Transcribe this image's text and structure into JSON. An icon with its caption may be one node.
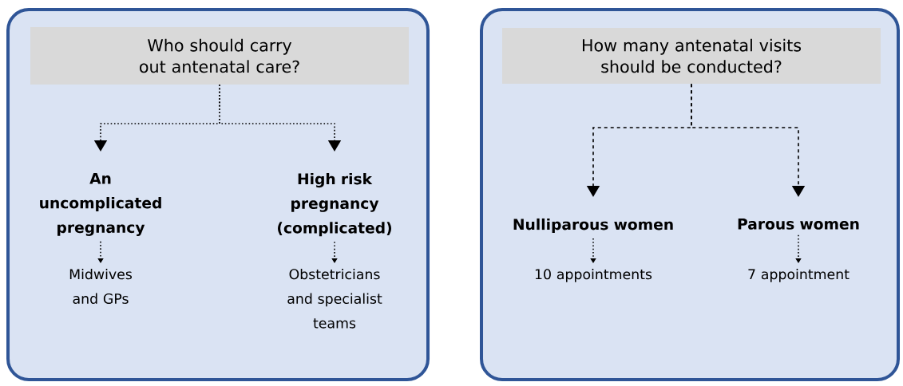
{
  "diagram": {
    "nodes": [
      {
        "text": [],
        "shape": "box"
      },
      {
        "text": [
          "Who should carry out antenatal care?"
        ],
        "in": 0
      },
      {
        "text": [
          "An uncomplicated pregnancy"
        ],
        "in": 0
      },
      {
        "text": [
          "High risk pregnancy (complicated)"
        ],
        "in": 0
      },
      {
        "text": [
          "Midwives and GPs"
        ],
        "in": 0
      },
      {
        "text": [
          "Obstetricians and specialist teams"
        ],
        "in": 0
      },
      {
        "text": [],
        "shape": "box"
      },
      {
        "text": [
          "How many antenatal visits should be conducted?"
        ],
        "in": 6
      },
      {
        "text": [
          "Nulliparous women"
        ],
        "in": 6
      },
      {
        "text": [
          "Parous women"
        ],
        "in": 6
      },
      {
        "text": [
          "10 appointments"
        ],
        "in": 6
      },
      {
        "text": [
          "7 appointment"
        ],
        "in": 6
      }
    ],
    "edges": [
      {
        "from": 1,
        "to": 2,
        "arrow": "to"
      },
      {
        "from": 1,
        "to": 3,
        "arrow": "to"
      },
      {
        "from": 2,
        "to": 4,
        "arrow": "to"
      },
      {
        "from": 3,
        "to": 5,
        "arrow": "to"
      },
      {
        "from": 7,
        "to": 8,
        "arrow": "to",
        "style": "dashed"
      },
      {
        "from": 7,
        "to": 9,
        "arrow": "to",
        "style": "dashed"
      },
      {
        "from": 8,
        "to": 10,
        "arrow": "to"
      },
      {
        "from": 9,
        "to": 11,
        "arrow": "to"
      }
    ]
  }
}
